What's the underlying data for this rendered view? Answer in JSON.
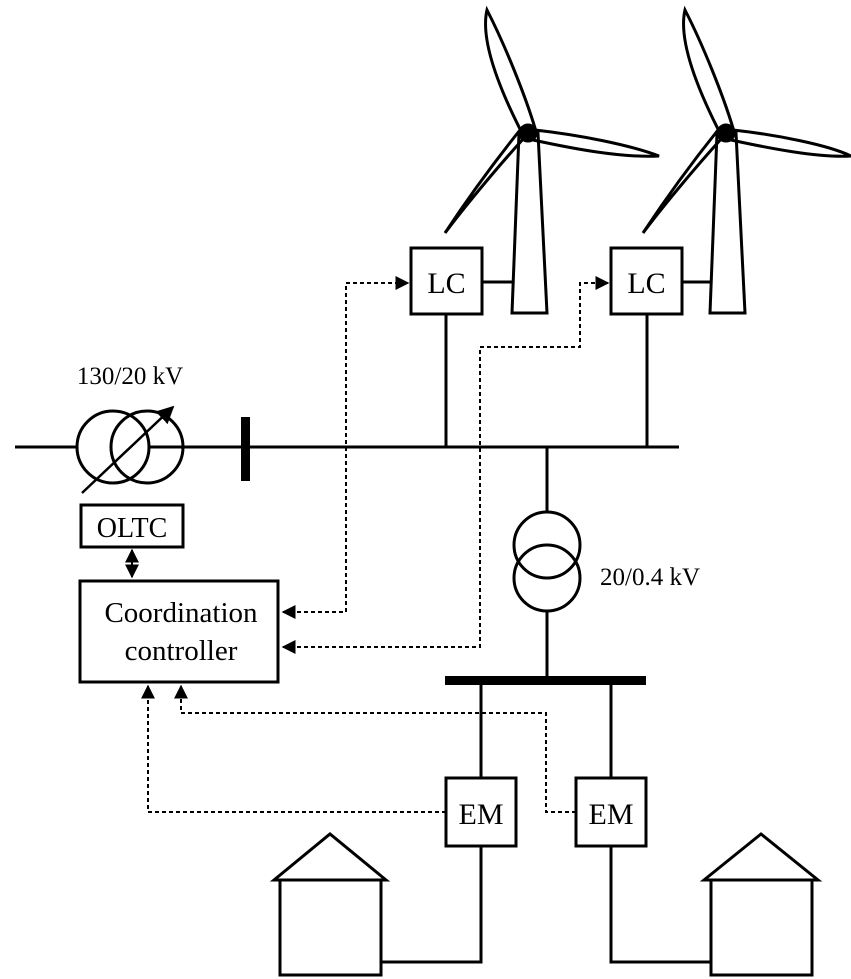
{
  "labels": {
    "hv_transformer": "130/20 kV",
    "lv_transformer": "20/0.4 kV",
    "oltc": "OLTC",
    "controller_line1": "Coordination",
    "controller_line2": "controller",
    "lc_1": "LC",
    "lc_2": "LC",
    "em_1": "EM",
    "em_2": "EM"
  },
  "colors": {
    "line": "#000000",
    "background": "#ffffff"
  }
}
